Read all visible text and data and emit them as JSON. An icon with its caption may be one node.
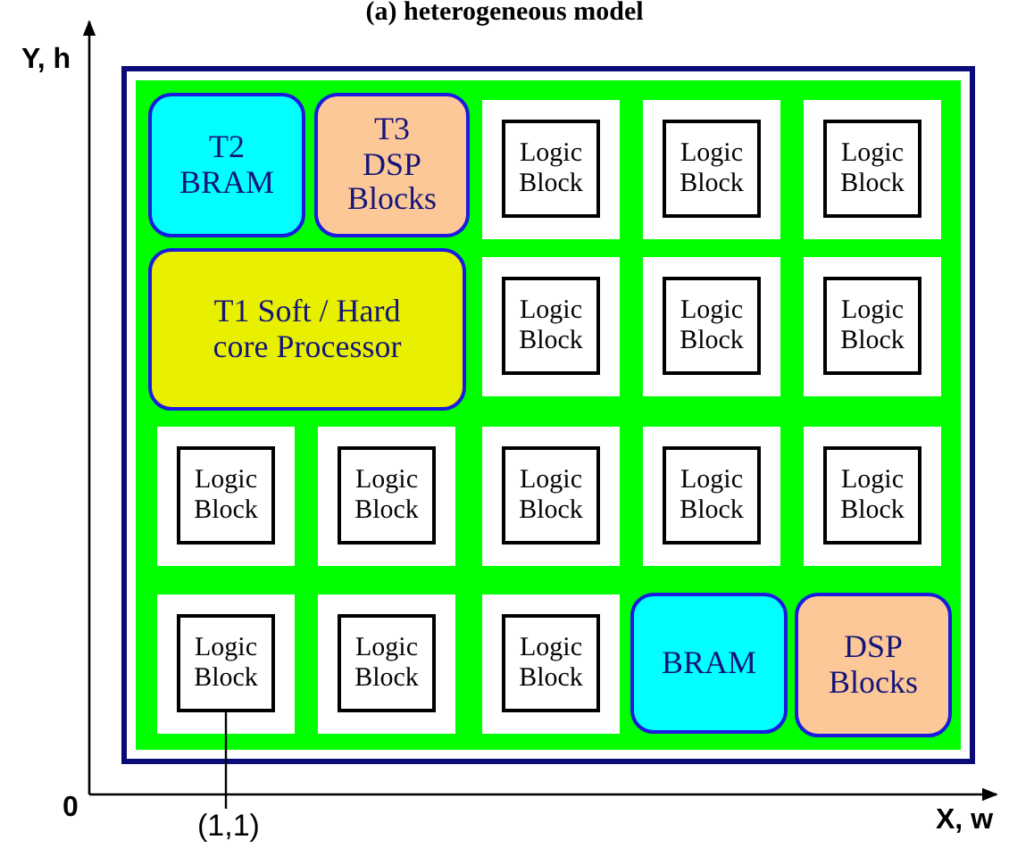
{
  "diagram": {
    "title": "(a) heterogeneous model",
    "nodes": [
      {
        "text": [],
        "shape": "box"
      },
      {
        "text": [
          "T2 BRAM"
        ],
        "in": 0
      },
      {
        "text": [
          "T3 DSP Blocks"
        ],
        "in": 0
      },
      {
        "text": [
          "Logic Block"
        ],
        "in": 0
      },
      {
        "text": [
          "Logic Block"
        ],
        "in": 0
      },
      {
        "text": [
          "Logic Block"
        ],
        "in": 0
      },
      {
        "text": [
          "T1 Soft / Hard core Processor"
        ],
        "in": 0
      },
      {
        "text": [
          "Logic Block"
        ],
        "in": 0
      },
      {
        "text": [
          "Logic Block"
        ],
        "in": 0
      },
      {
        "text": [
          "Logic Block"
        ],
        "in": 0
      },
      {
        "text": [
          "Logic Block"
        ],
        "in": 0
      },
      {
        "text": [
          "Logic Block"
        ],
        "in": 0
      },
      {
        "text": [
          "Logic Block"
        ],
        "in": 0
      },
      {
        "text": [
          "Logic Block"
        ],
        "in": 0
      },
      {
        "text": [
          "Logic Block"
        ],
        "in": 0
      },
      {
        "text": [
          "Logic Block"
        ],
        "in": 0
      },
      {
        "text": [
          "Logic Block"
        ],
        "in": 0
      },
      {
        "text": [
          "Logic Block"
        ],
        "in": 0
      },
      {
        "text": [
          "BRAM"
        ],
        "in": 0
      },
      {
        "text": [
          "DSP Blocks"
        ],
        "in": 0
      },
      {
        "text": [
          "(1,1)"
        ]
      }
    ],
    "edges": [
      {
        "from": 20,
        "to": 15,
        "arrow": "none"
      }
    ],
    "labels": [
      "Y, h",
      "0",
      "X, w"
    ]
  }
}
